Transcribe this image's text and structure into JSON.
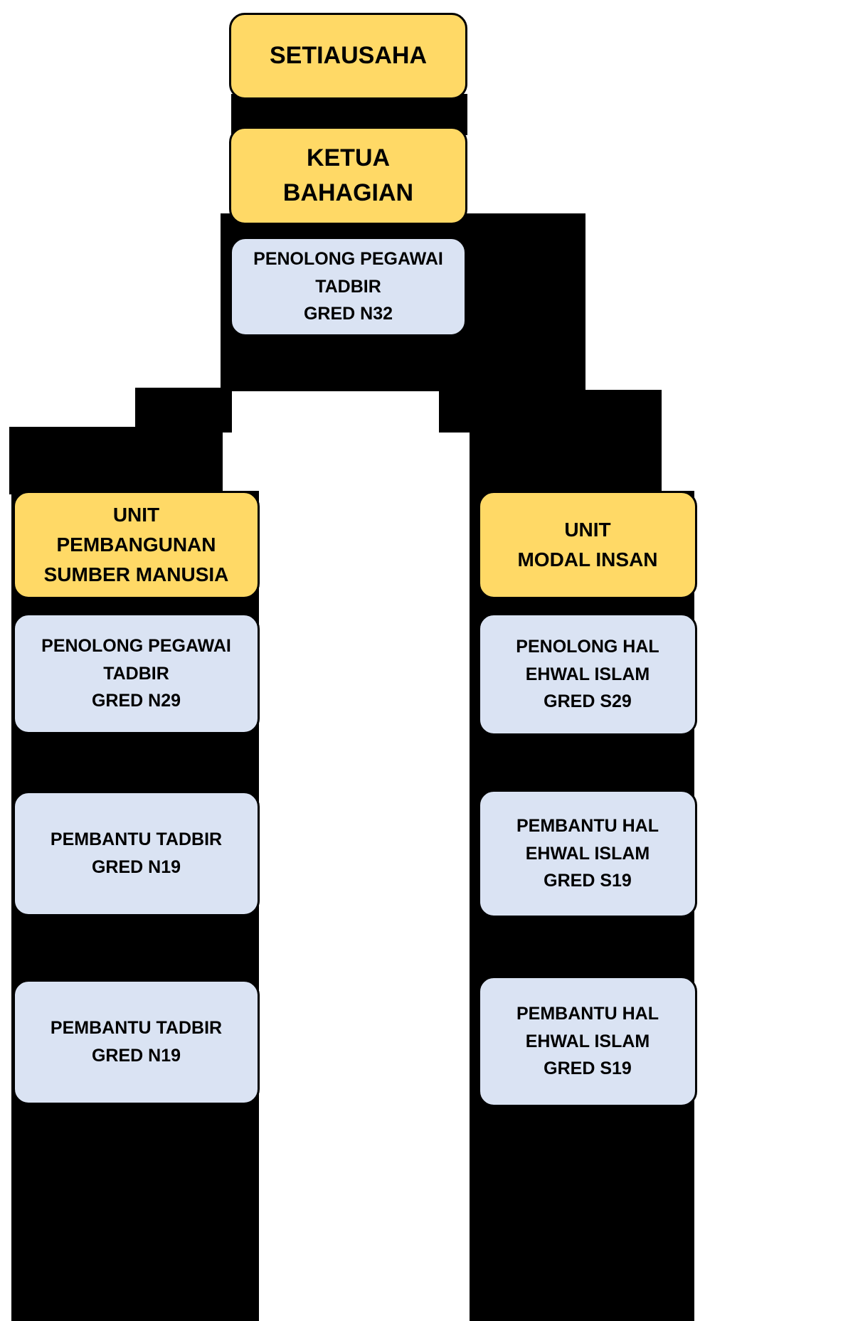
{
  "colors": {
    "background": "#FFFFFF",
    "connector": "#000000",
    "node_border": "#000000",
    "yellow_node": "#FFD966",
    "blue_node": "#DAE3F3"
  },
  "diagram": {
    "type": "org-chart",
    "nodes": {
      "setiausaha": {
        "label": "SETIAUSAHA",
        "level": 1,
        "style": "yellow"
      },
      "ketua_bahagian": {
        "label": "KETUA\nBAHAGIAN",
        "level": 2,
        "style": "yellow"
      },
      "penolong_pegawai_tadbir_n32": {
        "label": "PENOLONG PEGAWAI\nTADBIR\nGRED N32",
        "level": 3,
        "style": "blue"
      },
      "unit_pembangunan_sumber_manusia": {
        "label": "UNIT\nPEMBANGUNAN\nSUMBER MANUSIA",
        "level": 4,
        "style": "yellow"
      },
      "penolong_pegawai_tadbir_n29": {
        "label": "PENOLONG PEGAWAI\nTADBIR\nGRED N29",
        "level": 5,
        "style": "blue"
      },
      "pembantu_tadbir_n19_1": {
        "label": "PEMBANTU TADBIR\nGRED N19",
        "level": 6,
        "style": "blue"
      },
      "pembantu_tadbir_n19_2": {
        "label": "PEMBANTU TADBIR\nGRED N19",
        "level": 7,
        "style": "blue"
      },
      "unit_modal_insan": {
        "label": "UNIT\nMODAL INSAN",
        "level": 4,
        "style": "yellow"
      },
      "penolong_hal_ehwal_islam_s29": {
        "label": "PENOLONG HAL\nEHWAL ISLAM\nGRED S29",
        "level": 5,
        "style": "blue"
      },
      "pembantu_hal_ehwal_islam_s19_1": {
        "label": "PEMBANTU HAL\nEHWAL ISLAM\nGRED S19",
        "level": 6,
        "style": "blue"
      },
      "pembantu_hal_ehwal_islam_s19_2": {
        "label": "PEMBANTU HAL\nEHWAL ISLAM\nGRED S19",
        "level": 7,
        "style": "blue"
      }
    }
  }
}
